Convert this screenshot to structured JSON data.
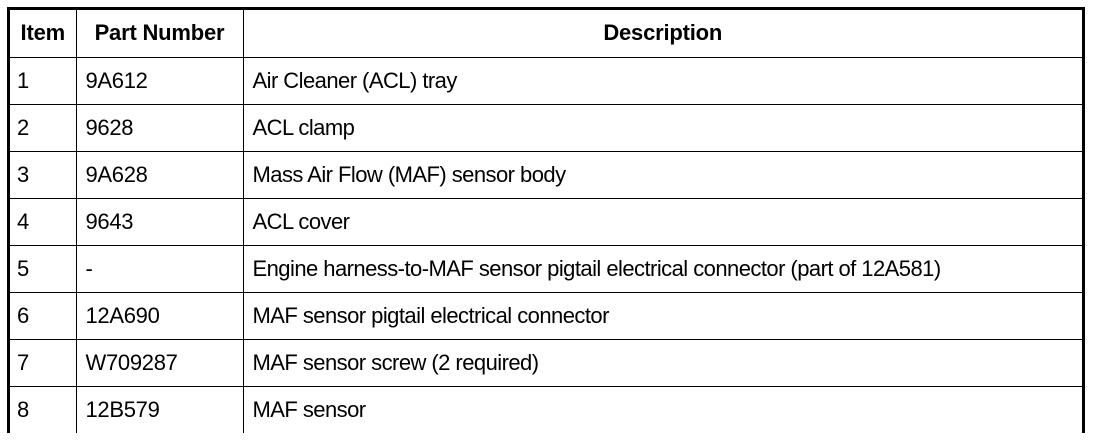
{
  "table": {
    "columns": [
      {
        "key": "item",
        "label": "Item"
      },
      {
        "key": "part_number",
        "label": "Part Number"
      },
      {
        "key": "description",
        "label": "Description"
      }
    ],
    "rows": [
      {
        "item": "1",
        "part_number": "9A612",
        "description": "Air Cleaner (ACL) tray"
      },
      {
        "item": "2",
        "part_number": "9628",
        "description": "ACL clamp"
      },
      {
        "item": "3",
        "part_number": "9A628",
        "description": "Mass Air Flow (MAF) sensor body"
      },
      {
        "item": "4",
        "part_number": "9643",
        "description": "ACL cover"
      },
      {
        "item": "5",
        "part_number": "-",
        "description": "Engine harness-to-MAF sensor pigtail electrical connector (part of 12A581)"
      },
      {
        "item": "6",
        "part_number": "12A690",
        "description": "MAF sensor pigtail electrical connector"
      },
      {
        "item": "7",
        "part_number": "W709287",
        "description": "MAF sensor screw (2 required)"
      },
      {
        "item": "8",
        "part_number": "12B579",
        "description": "MAF sensor"
      }
    ]
  },
  "style": {
    "border_color": "#000000",
    "background_color": "#ffffff",
    "text_color": "#000000"
  }
}
